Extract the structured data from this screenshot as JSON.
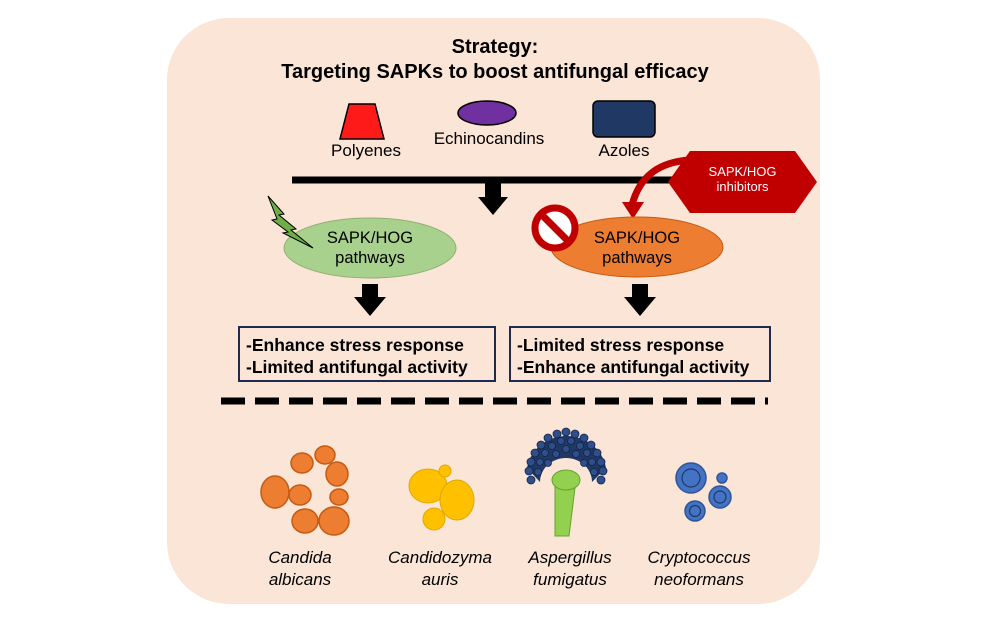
{
  "title": {
    "line1": "Strategy:",
    "line2": "Targeting SAPKs to boost antifungal efficacy"
  },
  "drugs": [
    {
      "label": "Polyenes",
      "shape": "trapezoid",
      "color": "#ff1a1a"
    },
    {
      "label": "Echinocandins",
      "shape": "ellipse",
      "color": "#7030a0"
    },
    {
      "label": "Azoles",
      "shape": "rounded-rectangle",
      "color": "#1f3864"
    }
  ],
  "inhibitors": {
    "line1": "SAPK/HOG",
    "line2": "inhibitors",
    "color": "#c00000"
  },
  "pathway_left": {
    "line1": "SAPK/HOG",
    "line2": "pathways",
    "color": "#a9d18e",
    "state": "activated"
  },
  "pathway_right": {
    "line1": "SAPK/HOG",
    "line2": "pathways",
    "color": "#ed7d31",
    "state": "blocked"
  },
  "outcome_left": {
    "line1": "-Enhance stress response",
    "line2": "-Limited antifungal activity"
  },
  "outcome_right": {
    "line1": "-Limited stress response",
    "line2": "-Enhance antifungal activity"
  },
  "species": [
    {
      "genus": "Candida",
      "epithet": "albicans",
      "color": "#ed7d31",
      "icon": "yeast-cells-icon"
    },
    {
      "genus": "Candidozyma",
      "epithet": "auris",
      "color": "#ffc000",
      "icon": "budding-yeast-icon"
    },
    {
      "genus": "Aspergillus",
      "epithet": "fumigatus",
      "color": "#92d050",
      "icon": "conidiophore-icon"
    },
    {
      "genus": "Cryptococcus",
      "epithet": "neoformans",
      "color": "#4472c4",
      "icon": "encapsulated-yeast-icon"
    }
  ],
  "colors": {
    "panel_background": "#fbe5d6",
    "arrow": "#000000",
    "box_border": "#1e2a52",
    "prohibition": "#c00000",
    "lightning": "#70ad47",
    "aspergillus_head": "#203864"
  }
}
